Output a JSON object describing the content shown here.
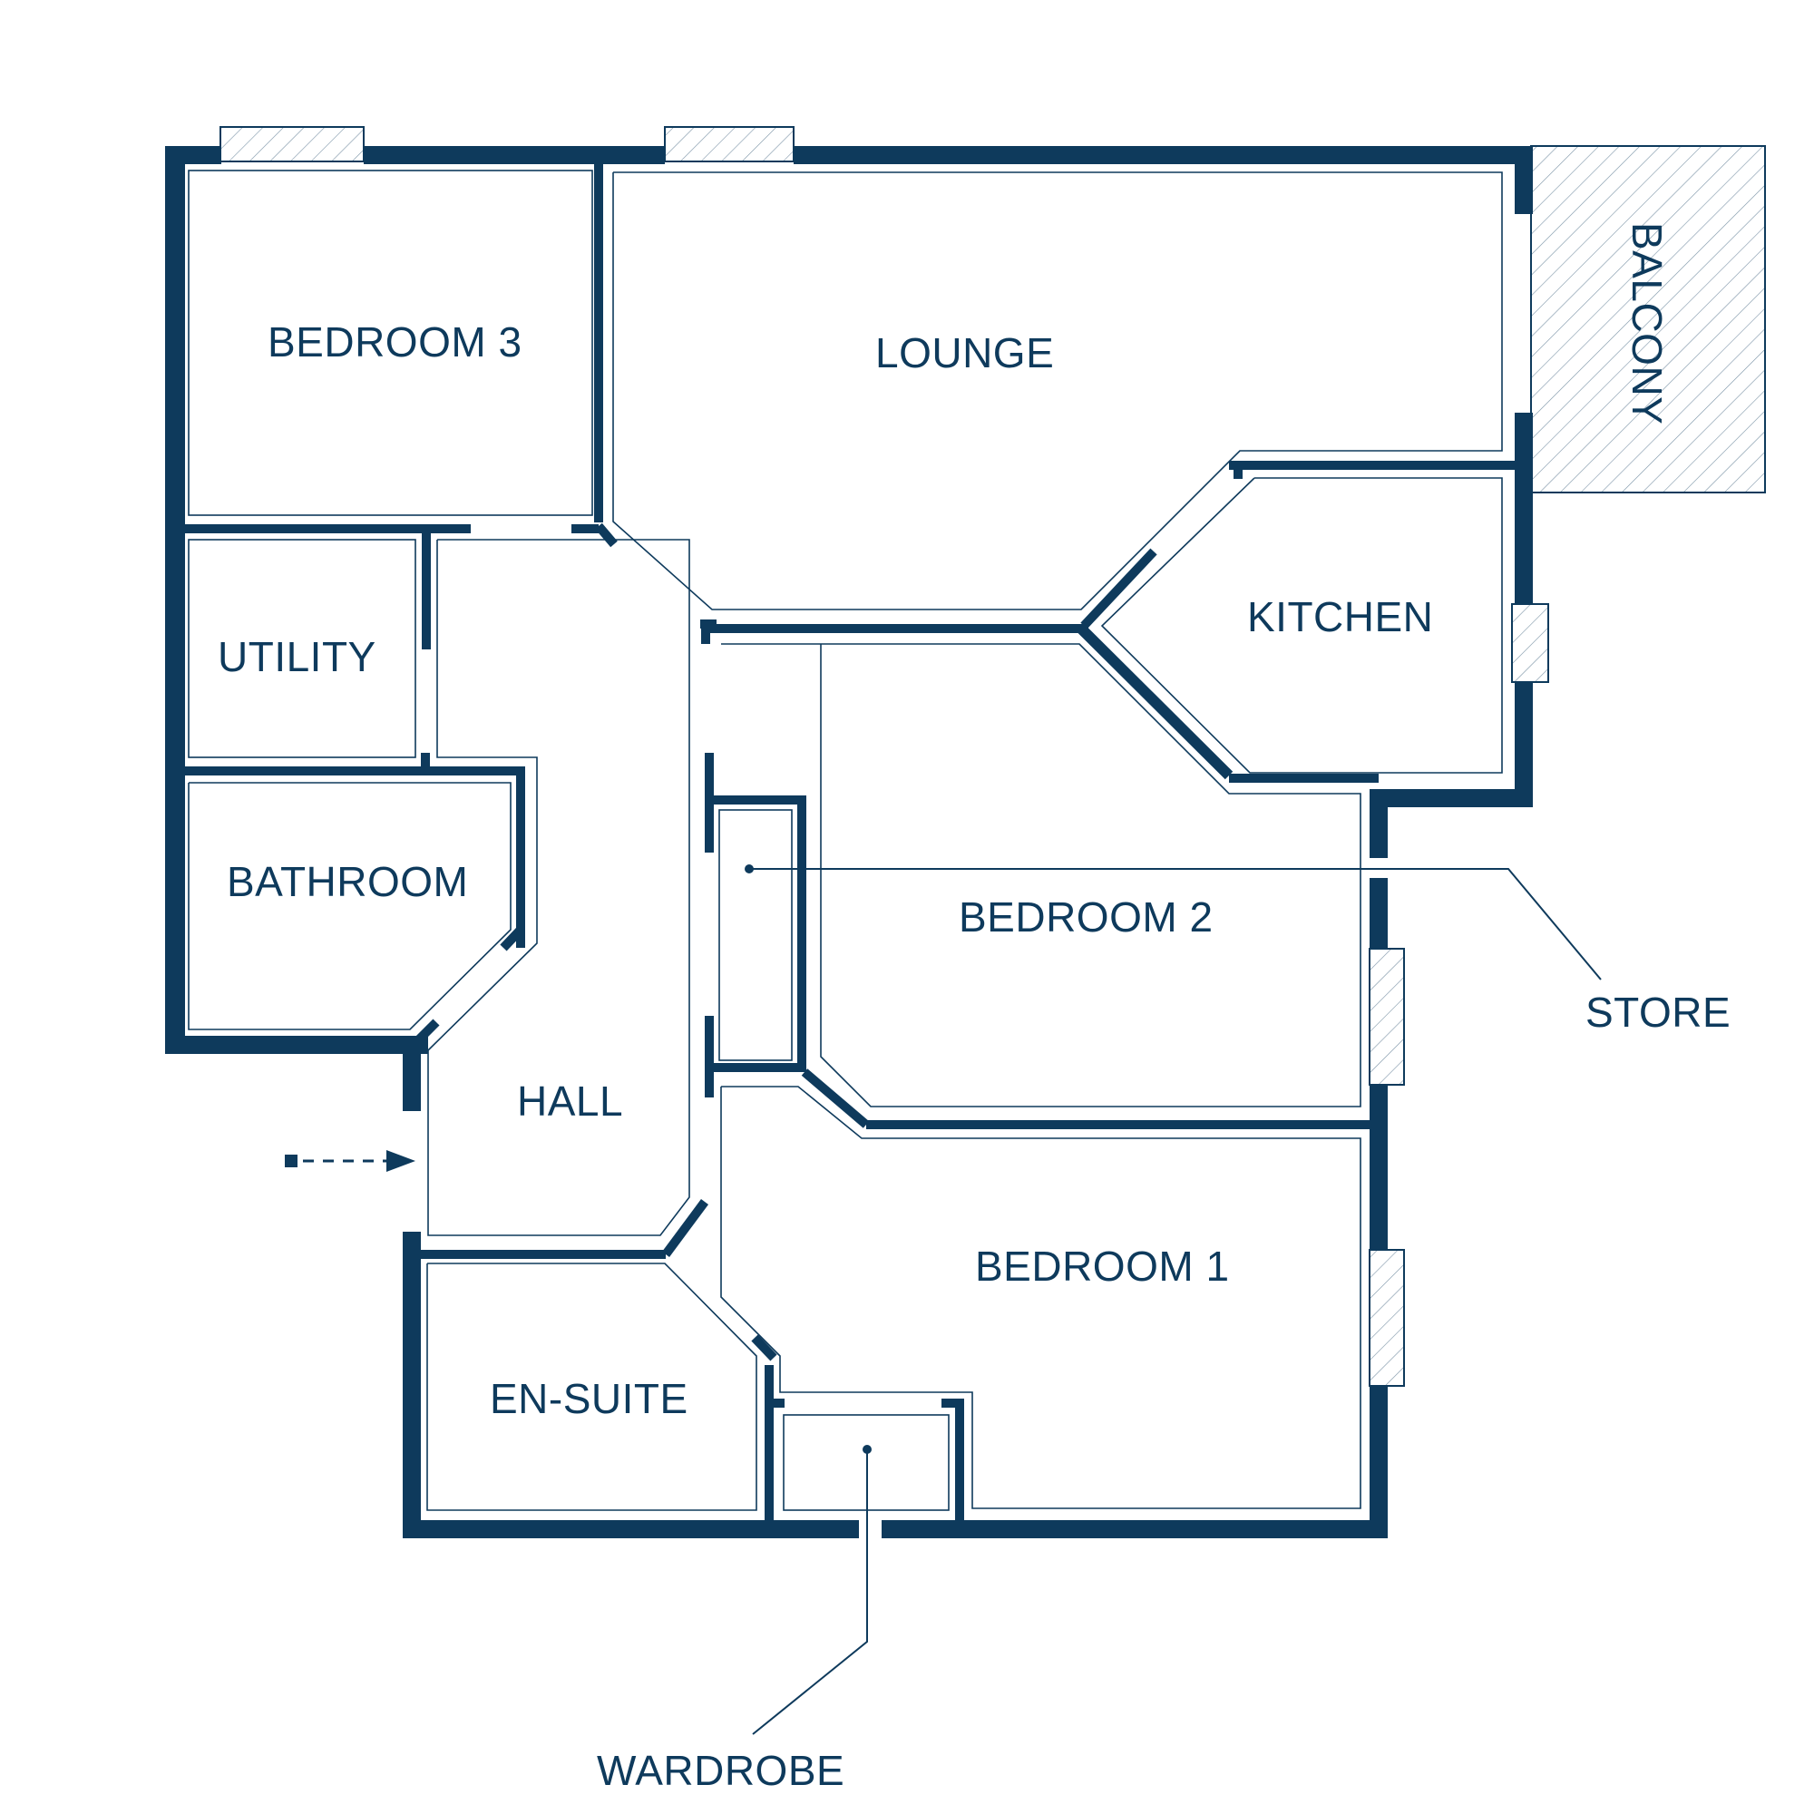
{
  "rooms": {
    "bedroom3": "BEDROOM 3",
    "lounge": "LOUNGE",
    "balcony": "BALCONY",
    "utility": "UTILITY",
    "kitchen": "KITCHEN",
    "bathroom": "BATHROOM",
    "bedroom2": "BEDROOM 2",
    "store": "STORE",
    "hall": "HALL",
    "bedroom1": "BEDROOM 1",
    "ensuite": "EN-SUITE",
    "wardrobe": "WARDROBE"
  },
  "colors": {
    "wall": "#0e3a5c",
    "background": "#ffffff"
  },
  "icons": {
    "entrance": "dashed-arrow-right-icon"
  }
}
